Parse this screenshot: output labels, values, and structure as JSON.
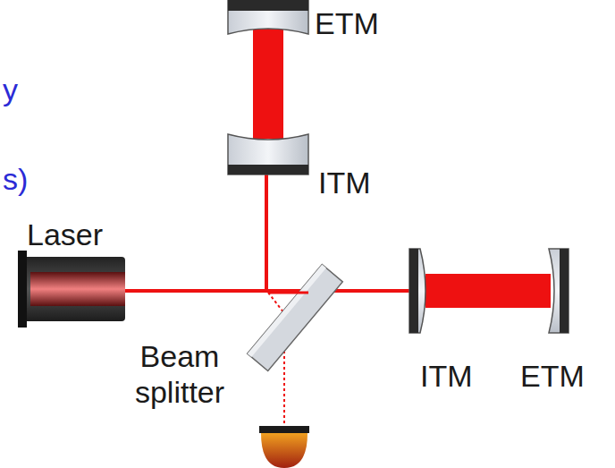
{
  "diagram": {
    "labels": [
      "y",
      "s)",
      "ETM",
      "ITM",
      "Laser",
      "Beam splitter",
      "ITM",
      "ETM"
    ]
  }
}
